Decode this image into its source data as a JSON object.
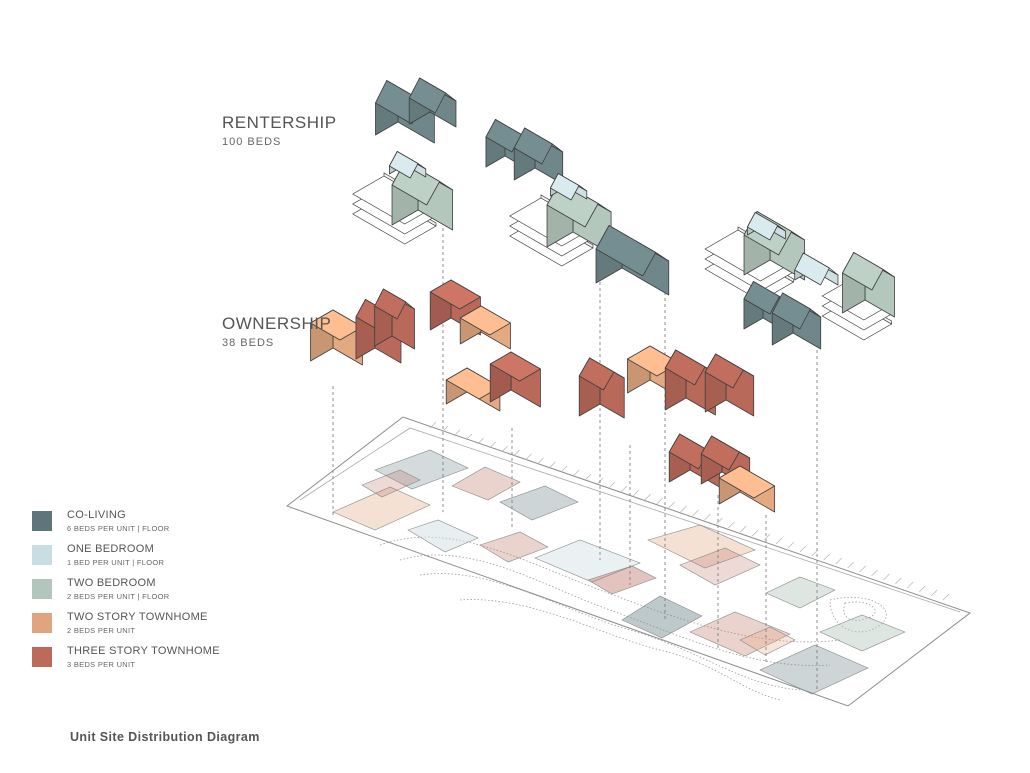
{
  "sections": {
    "rentership": {
      "title": "RENTERSHIP",
      "beds": "100 BEDS"
    },
    "ownership": {
      "title": "OWNERSHIP",
      "beds": "38 BEDS"
    }
  },
  "legend": [
    {
      "label": "CO-LIVING",
      "detail": "6 BEDS PER UNIT | FLOOR",
      "color": "#5e767b"
    },
    {
      "label": "ONE BEDROOM",
      "detail": "1 BED PER UNIT | FLOOR",
      "color": "#c9dde3"
    },
    {
      "label": "TWO BEDROOM",
      "detail": "2 BEDS PER UNIT | FLOOR",
      "color": "#b3c6bd"
    },
    {
      "label": "TWO STORY TOWNHOME",
      "detail": "2 BEDS PER UNIT",
      "color": "#e0a47e"
    },
    {
      "label": "THREE STORY TOWNHOME",
      "detail": "3 BEDS PER UNIT",
      "color": "#bc6a5c"
    }
  ],
  "caption": "Unit Site Distribution Diagram",
  "colors": {
    "coliving": "#6f878b",
    "one_bedroom": "#cfe0e4",
    "two_bedroom": "#b4c7bd",
    "two_story": "#e3aa82",
    "three_story": "#b8695a",
    "outline": "#3e3e3e"
  }
}
